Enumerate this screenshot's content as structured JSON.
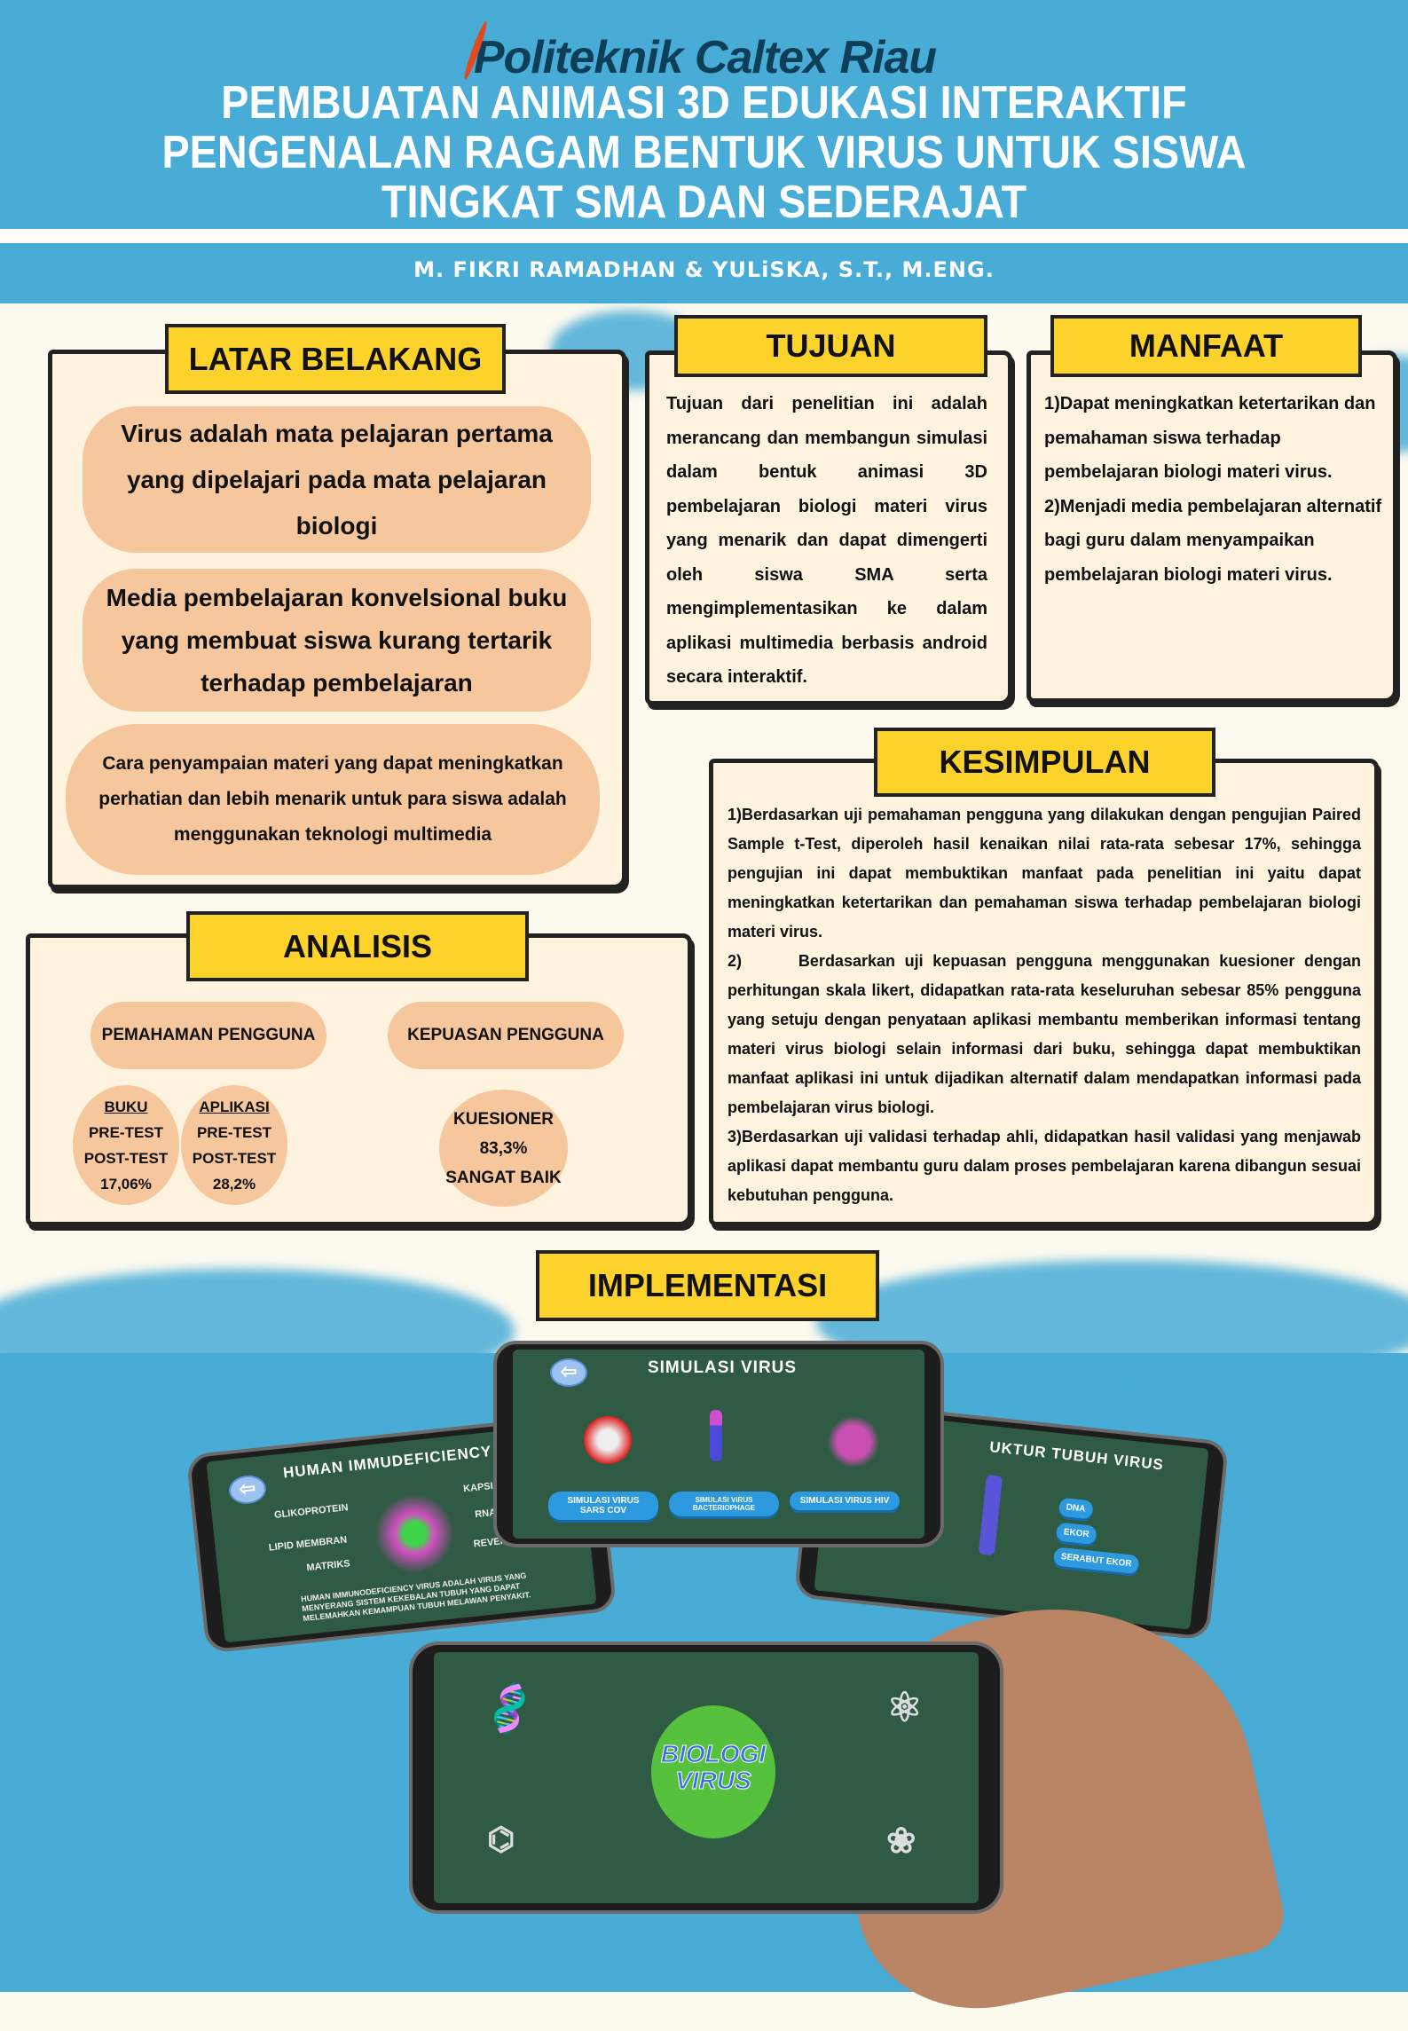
{
  "header": {
    "institution": "Politeknik Caltex Riau",
    "title_lines": [
      "Pembuatan Animasi 3D Edukasi Interaktif",
      "Pengenalan Ragam Bentuk Virus Untuk Siswa",
      "Tingkat SMA dan Sederajat"
    ],
    "authors": "M. FIKRI RAMADHAN & YULiSKA, S.T., M.ENG."
  },
  "latar_belakang": {
    "title": "LATAR BELAKANG",
    "points": [
      "Virus adalah mata pelajaran pertama yang dipelajari pada mata pelajaran biologi",
      "Media pembelajaran konvelsional buku yang membuat siswa kurang tertarik terhadap pembelajaran",
      "Cara penyampaian materi yang dapat meningkatkan perhatian dan lebih menarik untuk para siswa adalah menggunakan teknologi multimedia"
    ]
  },
  "tujuan": {
    "title": "TUJUAN",
    "text": "Tujuan dari penelitian ini adalah merancang dan membangun simulasi dalam bentuk animasi 3D pembelajaran biologi materi virus yang menarik dan dapat dimengerti oleh siswa SMA serta mengimplementasikan ke dalam aplikasi multimedia berbasis android secara interaktif."
  },
  "manfaat": {
    "title": "MANFAAT",
    "points": [
      "1)Dapat meningkatkan ketertarikan dan pemahaman siswa terhadap pembelajaran biologi materi virus.",
      "2)Menjadi media pembelajaran alternatif bagi guru dalam menyampaikan pembelajaran biologi materi virus."
    ]
  },
  "kesimpulan": {
    "title": "KESIMPULAN",
    "points": [
      "1)Berdasarkan uji pemahaman pengguna yang dilakukan dengan pengujian Paired Sample t-Test, diperoleh hasil kenaikan nilai rata-rata sebesar 17%, sehingga pengujian ini dapat membuktikan manfaat pada penelitian ini yaitu dapat meningkatkan ketertarikan dan pemahaman siswa terhadap pembelajaran biologi materi virus.",
      "2)      Berdasarkan uji kepuasan pengguna menggunakan kuesioner dengan perhitungan skala likert, didapatkan rata-rata keseluruhan sebesar 85% pengguna yang setuju dengan penyataan aplikasi membantu memberikan informasi tentang materi virus biologi selain informasi dari buku, sehingga dapat membuktikan manfaat aplikasi ini untuk dijadikan alternatif dalam mendapatkan informasi pada pembelajaran virus biologi.",
      "3)Berdasarkan uji validasi terhadap ahli, didapatkan hasil validasi yang menjawab aplikasi dapat membantu guru dalam proses pembelajaran karena dibangun sesuai kebutuhan pengguna."
    ]
  },
  "analisis": {
    "title": "ANALISIS",
    "pemahaman": "PEMAHAMAN PENGGUNA",
    "kepuasan": "KEPUASAN PENGGUNA",
    "buku": {
      "head": "BUKU",
      "l1": "PRE-TEST",
      "l2": "POST-TEST",
      "value": "17,06%"
    },
    "aplikasi": {
      "head": "APLIKASI",
      "l1": "PRE-TEST",
      "l2": "POST-TEST",
      "value": "28,2%"
    },
    "kuesioner": {
      "head": "KUESIONER",
      "value": "83,3%",
      "rating": "SANGAT BAIK"
    }
  },
  "implementasi": {
    "title": "IMPLEMENTASI",
    "center": {
      "title": "SIMULASI VIRUS",
      "buttons": [
        "SIMULASI VIRUS SARS COV",
        "SIMULASI VIRUS BACTERIOPHAGE",
        "SIMULASI VIRUS HIV"
      ]
    },
    "left": {
      "title": "HUMAN IMMUDEFICIENCY VIRUS",
      "labels": [
        "GLIKOPROTEIN",
        "LIPID MEMBRAN",
        "MATRIKS",
        "KAPSID",
        "RNA",
        "REVERSE T"
      ],
      "desc": "HUMAN IMMUNODEFICIENCY VIRUS ADALAH VIRUS YANG MENYERANG SISTEM KEKEBALAN TUBUH YANG DAPAT MELEMAHKAN KEMAMPUAN TUBUH MELAWAN PENYAKIT."
    },
    "right": {
      "title": "UKTUR TUBUH VIRUS",
      "labels": [
        "DNA",
        "EKOR",
        "SERABUT EKOR"
      ]
    },
    "main": {
      "title_top": "BIOLOGI",
      "title_bottom": "VIRUS"
    }
  },
  "colors": {
    "blue": "#48acd7",
    "yellow": "#fdd22a",
    "cream": "#fef3df",
    "peach": "#f6c69c",
    "board": "#2f5a43"
  }
}
